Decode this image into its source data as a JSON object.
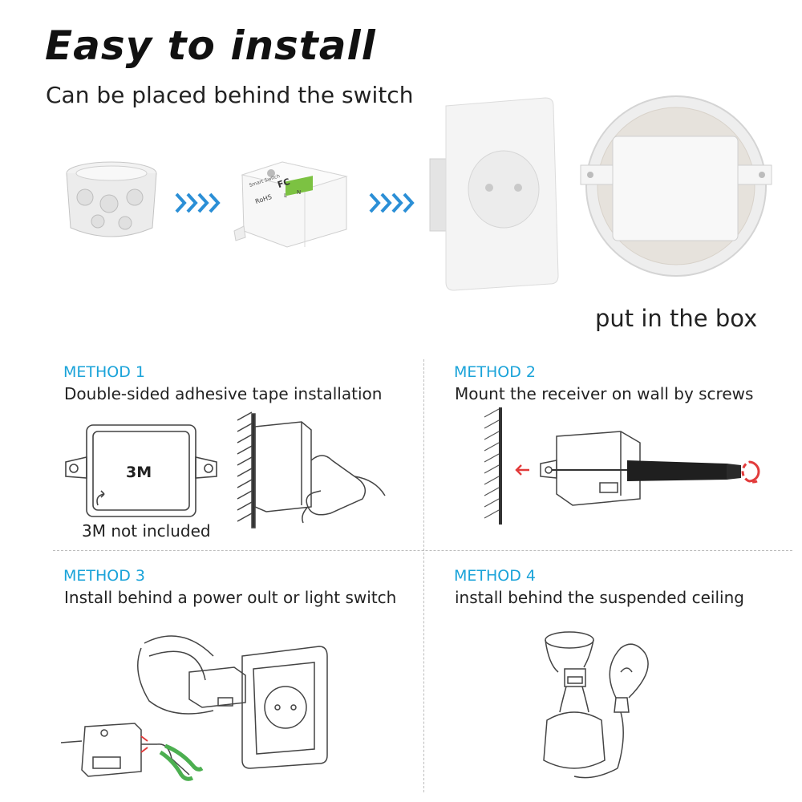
{
  "header": {
    "title": "Easy to install",
    "subtitle": "Can be placed behind the switch"
  },
  "product_row": {
    "module_labels": [
      "Smart Switch",
      "RoHS",
      "FC",
      "L",
      "N"
    ],
    "box_caption": "put in the box"
  },
  "methods": [
    {
      "label": "METHOD 1",
      "description": "Double-sided adhesive tape installation",
      "note": "3M not included",
      "tape_label": "3M"
    },
    {
      "label": "METHOD 2",
      "description": "Mount the receiver on wall by screws"
    },
    {
      "label": "METHOD 3",
      "description": "Install behind a power oult or light switch"
    },
    {
      "label": "METHOD 4",
      "description": "install behind the suspended ceiling"
    }
  ],
  "colors": {
    "accent_blue": "#1aa3d9",
    "arrow_blue": "#2b8fd6",
    "red_arrow": "#e23b3b"
  }
}
